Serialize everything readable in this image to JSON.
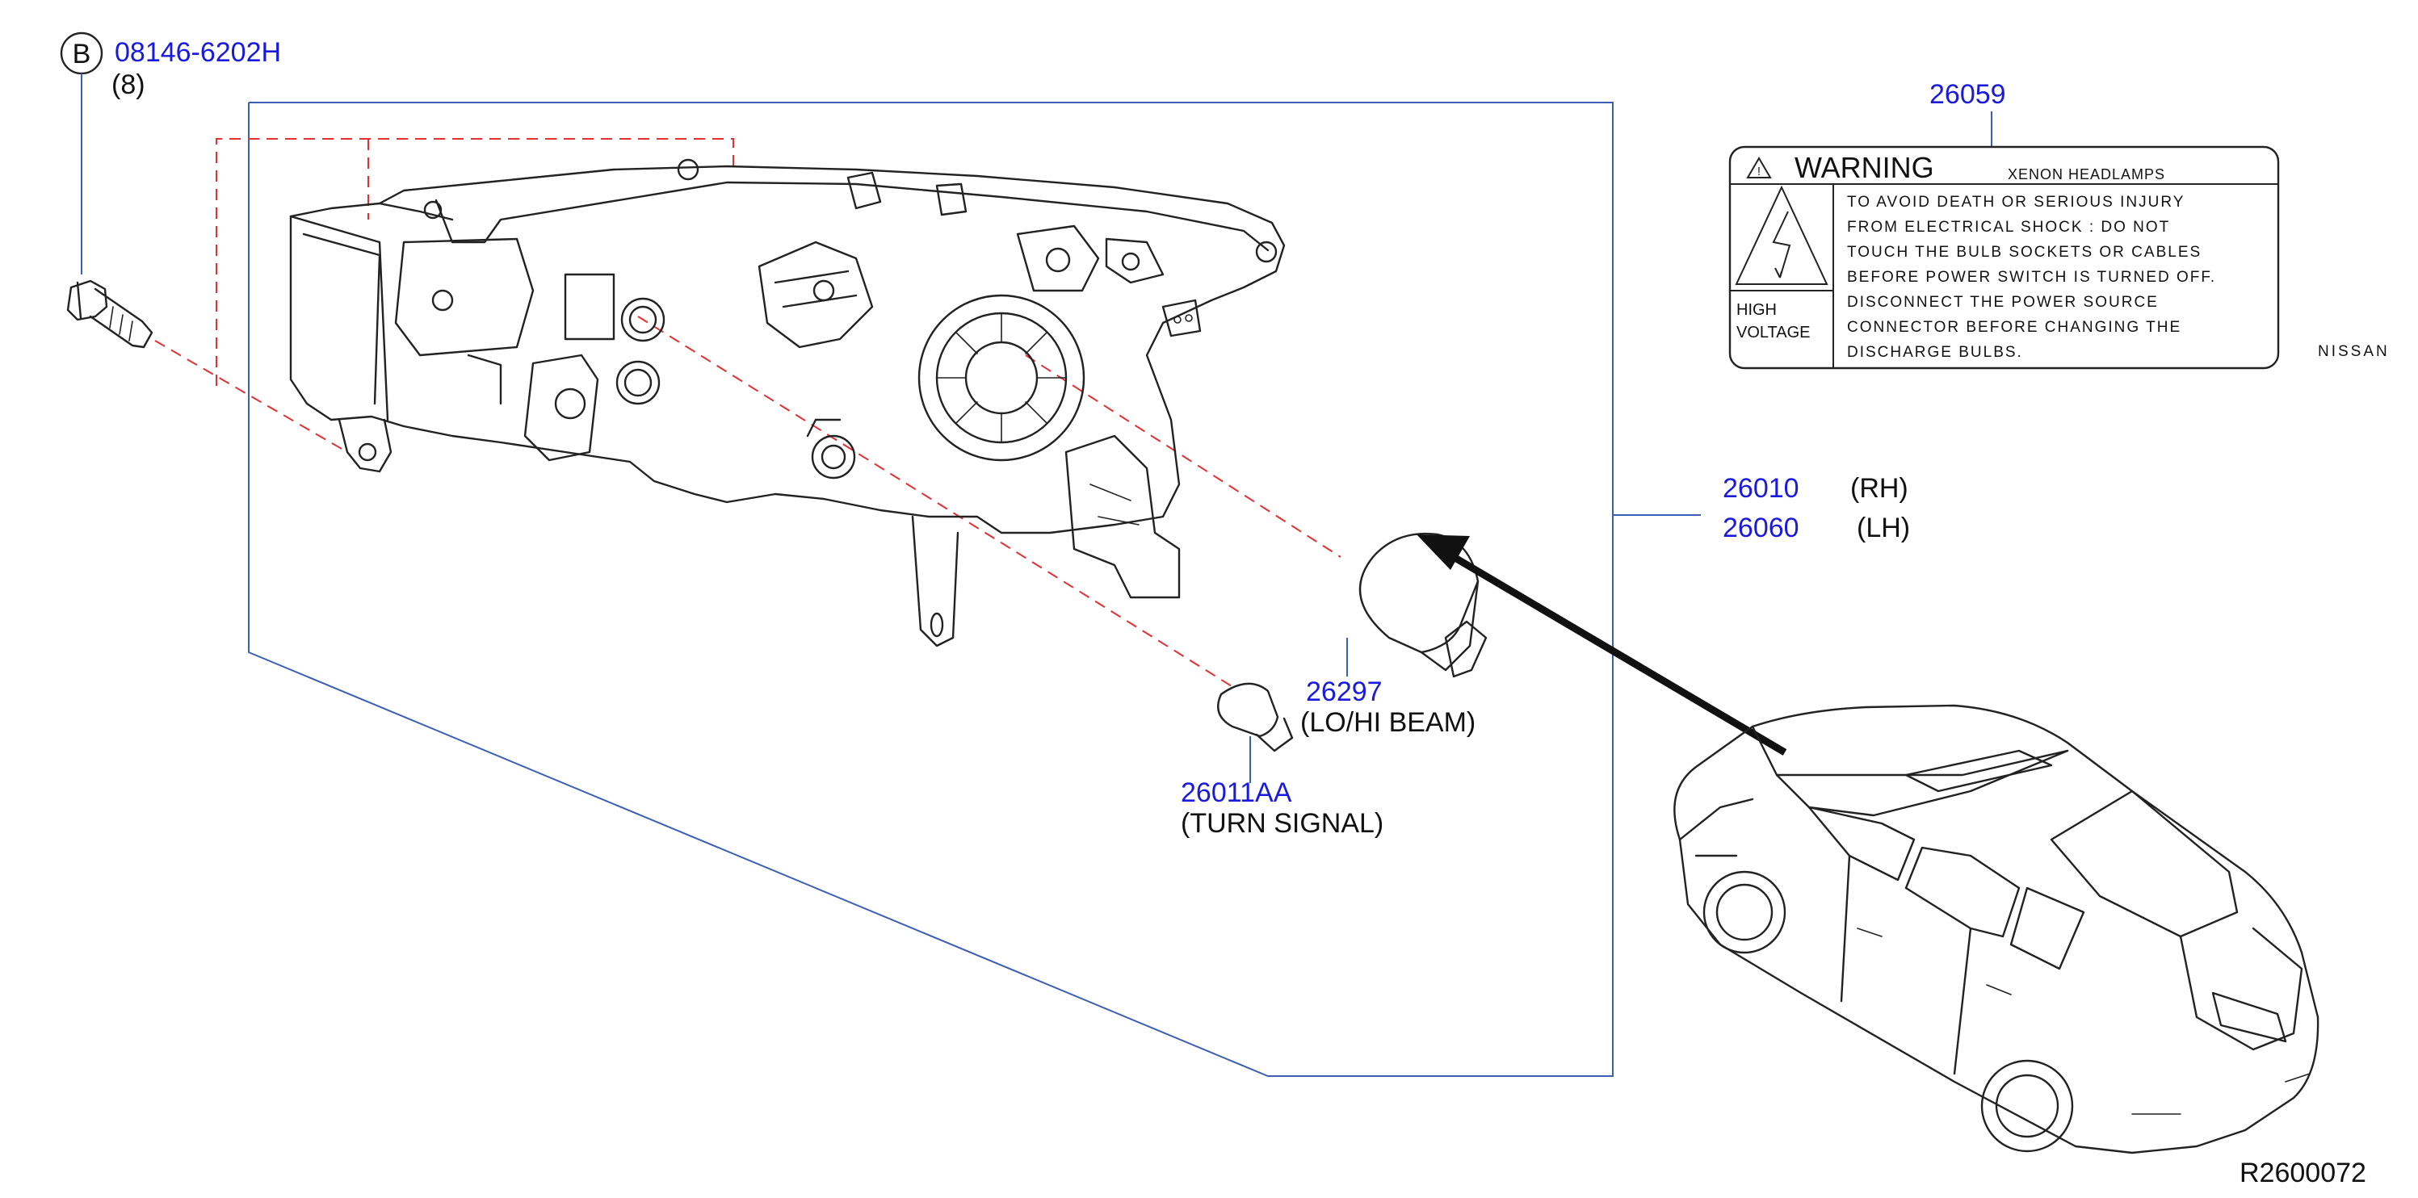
{
  "bolt": {
    "callout_letter": "B",
    "part_number": "08146-6202H",
    "quantity": "(8)"
  },
  "warning_label": {
    "part_number": "26059",
    "heading": "WARNING",
    "subheading": "XENON   HEADLAMPS",
    "side_text_line1": "HIGH",
    "side_text_line2": "VOLTAGE",
    "lines": [
      "TO   AVOID   DEATH   OR   SERIOUS   INJURY",
      "FROM   ELECTRICAL   SHOCK   :   DO   NOT",
      "TOUCH   THE   BULB   SOCKETS   OR   CABLES",
      "BEFORE   POWER   SWITCH   IS   TURNED   OFF.",
      "DISCONNECT   THE   POWER   SOURCE",
      "CONNECTOR   BEFORE   CHANGING   THE",
      "DISCHARGE   BULBS."
    ],
    "brand": "NISSAN"
  },
  "headlamp": {
    "rh_part_number": "26010",
    "rh_label": "(RH)",
    "lh_part_number": "26060",
    "lh_label": "(LH)"
  },
  "beam_bulb": {
    "part_number": "26297",
    "label": "(LO/HI   BEAM)"
  },
  "turn_bulb": {
    "part_number": "26011AA",
    "label": "(TURN   SIGNAL)"
  },
  "diagram_code": "R2600072",
  "colors": {
    "part_number": "#1a1adc",
    "leader": "#3b5fb5",
    "dashed": "#e23030",
    "line_art": "#222222"
  }
}
